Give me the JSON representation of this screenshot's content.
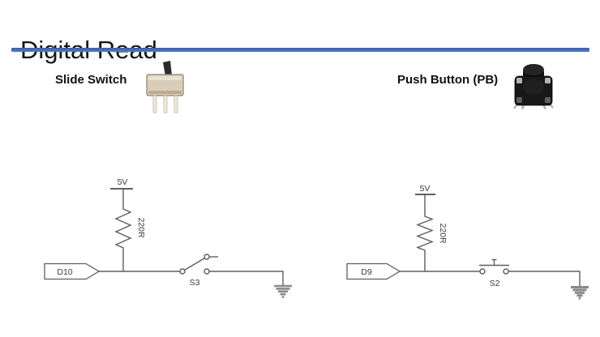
{
  "slide": {
    "title": "Digital Read"
  },
  "colors": {
    "accent_line": "#4a6cbd",
    "wire": "#5f5f5f",
    "ground": "#8a8a8a",
    "schematic_text": "#3d3d3d"
  },
  "components": {
    "slide_switch": {
      "label": "Slide Switch",
      "icon": "slide-switch-photo"
    },
    "push_button": {
      "label": "Push Button (PB)",
      "icon": "push-button-photo"
    }
  },
  "circuits": {
    "left": {
      "supply": "5V",
      "resistor": "220R",
      "pin": "D10",
      "switch": "S3"
    },
    "right": {
      "supply": "5V",
      "resistor": "220R",
      "pin": "D9",
      "switch": "S2"
    }
  }
}
